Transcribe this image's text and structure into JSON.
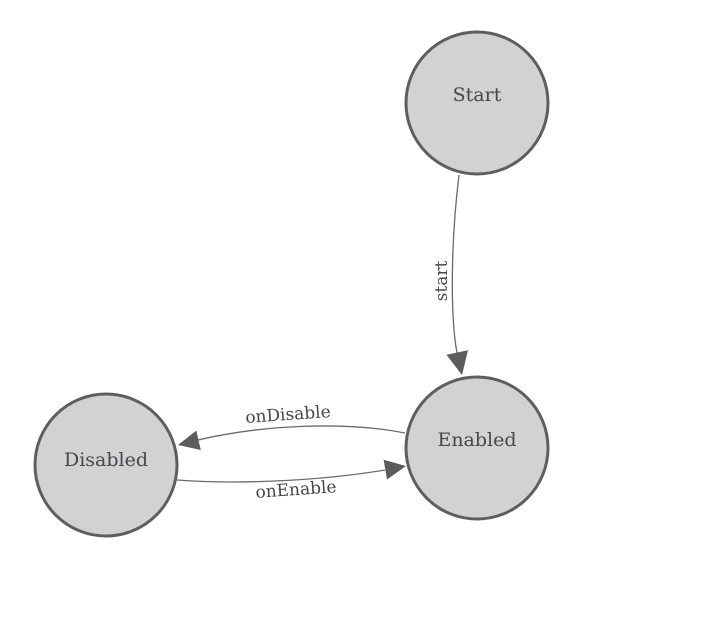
{
  "diagram": {
    "type": "state-machine",
    "colors": {
      "background": "#ffffff",
      "node_fill": "#d2d2d2",
      "node_stroke": "#5e5e5e",
      "edge_stroke": "#6a6a6a",
      "arrow_fill": "#5c5c5c",
      "label_text": "#46464c"
    },
    "nodes": {
      "start": {
        "label": "Start"
      },
      "enabled": {
        "label": "Enabled"
      },
      "disabled": {
        "label": "Disabled"
      }
    },
    "edges": {
      "start_to_enabled": {
        "label": "start",
        "from": "Start",
        "to": "Enabled"
      },
      "enabled_to_disabled": {
        "label": "onDisable",
        "from": "Enabled",
        "to": "Disabled"
      },
      "disabled_to_enabled": {
        "label": "onEnable",
        "from": "Disabled",
        "to": "Enabled"
      }
    }
  }
}
